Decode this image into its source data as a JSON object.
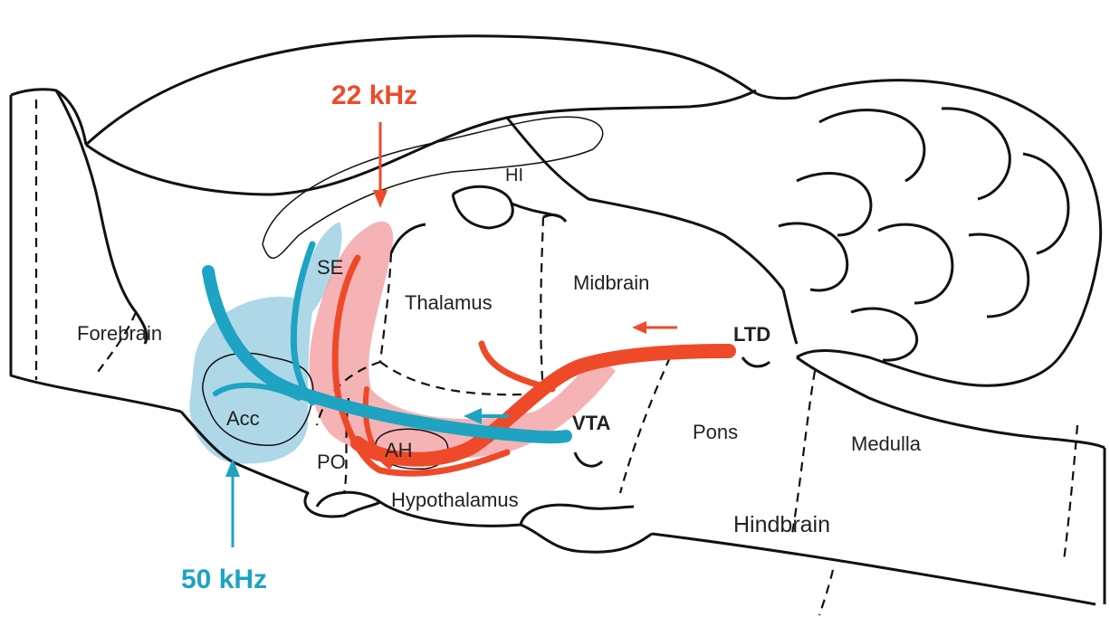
{
  "labels": {
    "forebrain": "Forebrain",
    "hi": "HI",
    "se": "SE",
    "thalamus": "Thalamus",
    "midbrain": "Midbrain",
    "ltd": "LTD",
    "acc": "Acc",
    "vta": "VTA",
    "pons": "Pons",
    "medulla": "Medulla",
    "po": "PO",
    "ah": "AH",
    "hypothalamus": "Hypothalamus",
    "hindbrain": "Hindbrain"
  },
  "frequencies": {
    "high": "22 kHz",
    "low": "50 kHz"
  },
  "colors": {
    "red_pathway": "#ee4a2a",
    "red_region": "#f4a6a8",
    "blue_pathway": "#1ea3c2",
    "blue_region": "#a5d4e6",
    "outline": "#111111"
  }
}
